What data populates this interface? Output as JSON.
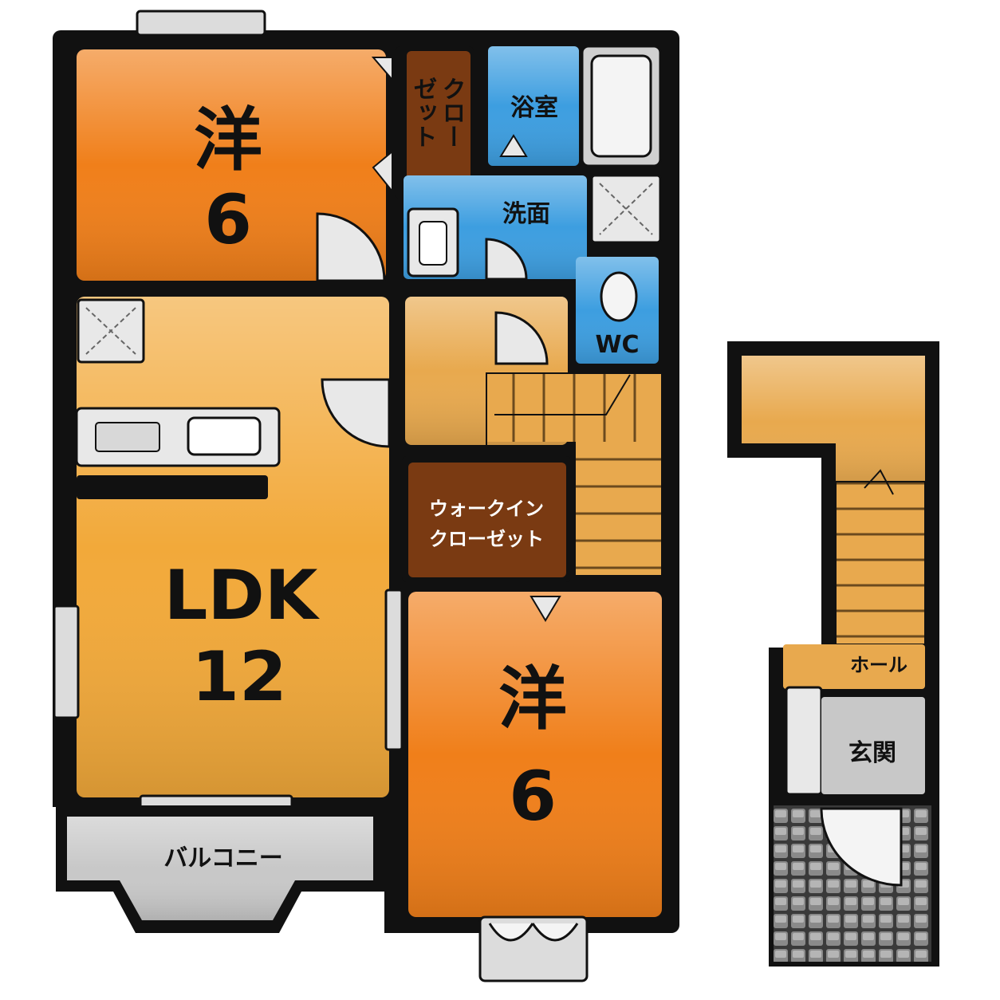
{
  "rooms": {
    "bedroom_top": {
      "label": "洋",
      "size": "6"
    },
    "closet_top": {
      "label_col1": "クロー",
      "label_col2": "ゼット"
    },
    "bathroom": {
      "label": "浴室"
    },
    "washroom": {
      "label": "洗面"
    },
    "wc": {
      "label": "WC"
    },
    "ldk": {
      "label": "LDK",
      "size": "12"
    },
    "walk_in_closet": {
      "line1": "ウォークイン",
      "line2": "クローゼット"
    },
    "bedroom_bottom": {
      "label": "洋",
      "size": "6"
    },
    "balcony": {
      "label": "バルコニー"
    },
    "hall": {
      "label": "ホール"
    },
    "entrance": {
      "label": "玄関"
    }
  },
  "colors": {
    "wall": "#111111",
    "bedroom": "#f07f1a",
    "ldk": "#f2a93a",
    "hallway": "#e8a94e",
    "closet": "#7a3a12",
    "water": "#3d9ee0",
    "balcony": "#c8c8c8",
    "fixture": "#e8e8e8",
    "entrance_tile": "#707070"
  }
}
